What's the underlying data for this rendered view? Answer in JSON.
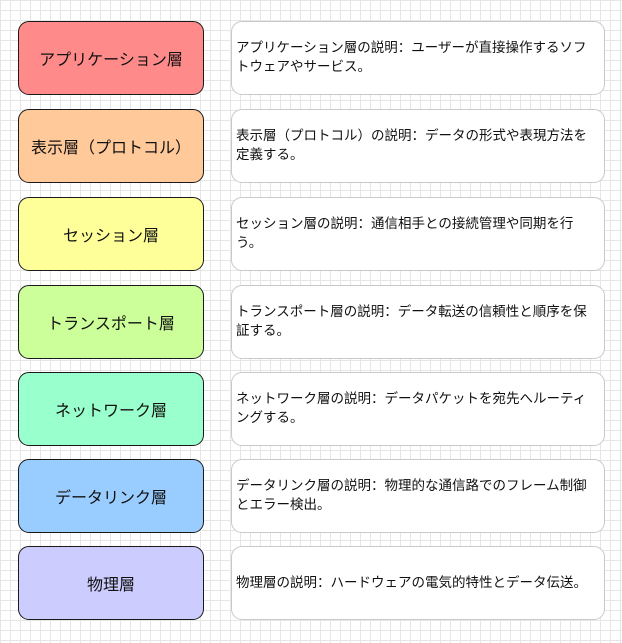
{
  "diagram": {
    "layers": [
      {
        "name": "アプリケーション層",
        "description": "アプリケーション層の説明：ユーザーが直接操作するソフトウェアやサービス。",
        "color": "#ff8a8a"
      },
      {
        "name": "表示層（プロトコル）",
        "description": "表示層（プロトコル）の説明：データの形式や表現方法を定義する。",
        "color": "#ffc99a"
      },
      {
        "name": "セッション層",
        "description": "セッション層の説明：通信相手との接続管理や同期を行う。",
        "color": "#ffff99"
      },
      {
        "name": "トランスポート層",
        "description": "トランスポート層の説明：データ転送の信頼性と順序を保証する。",
        "color": "#ccff99"
      },
      {
        "name": "ネットワーク層",
        "description": "ネットワーク層の説明：データパケットを宛先へルーティングする。",
        "color": "#99ffcc"
      },
      {
        "name": "データリンク層",
        "description": "データリンク層の説明：物理的な通信路でのフレーム制御とエラー検出。",
        "color": "#99ccff"
      },
      {
        "name": "物理層",
        "description": "物理層の説明：ハードウェアの電気的特性とデータ伝送。",
        "color": "#ccccff"
      }
    ]
  }
}
